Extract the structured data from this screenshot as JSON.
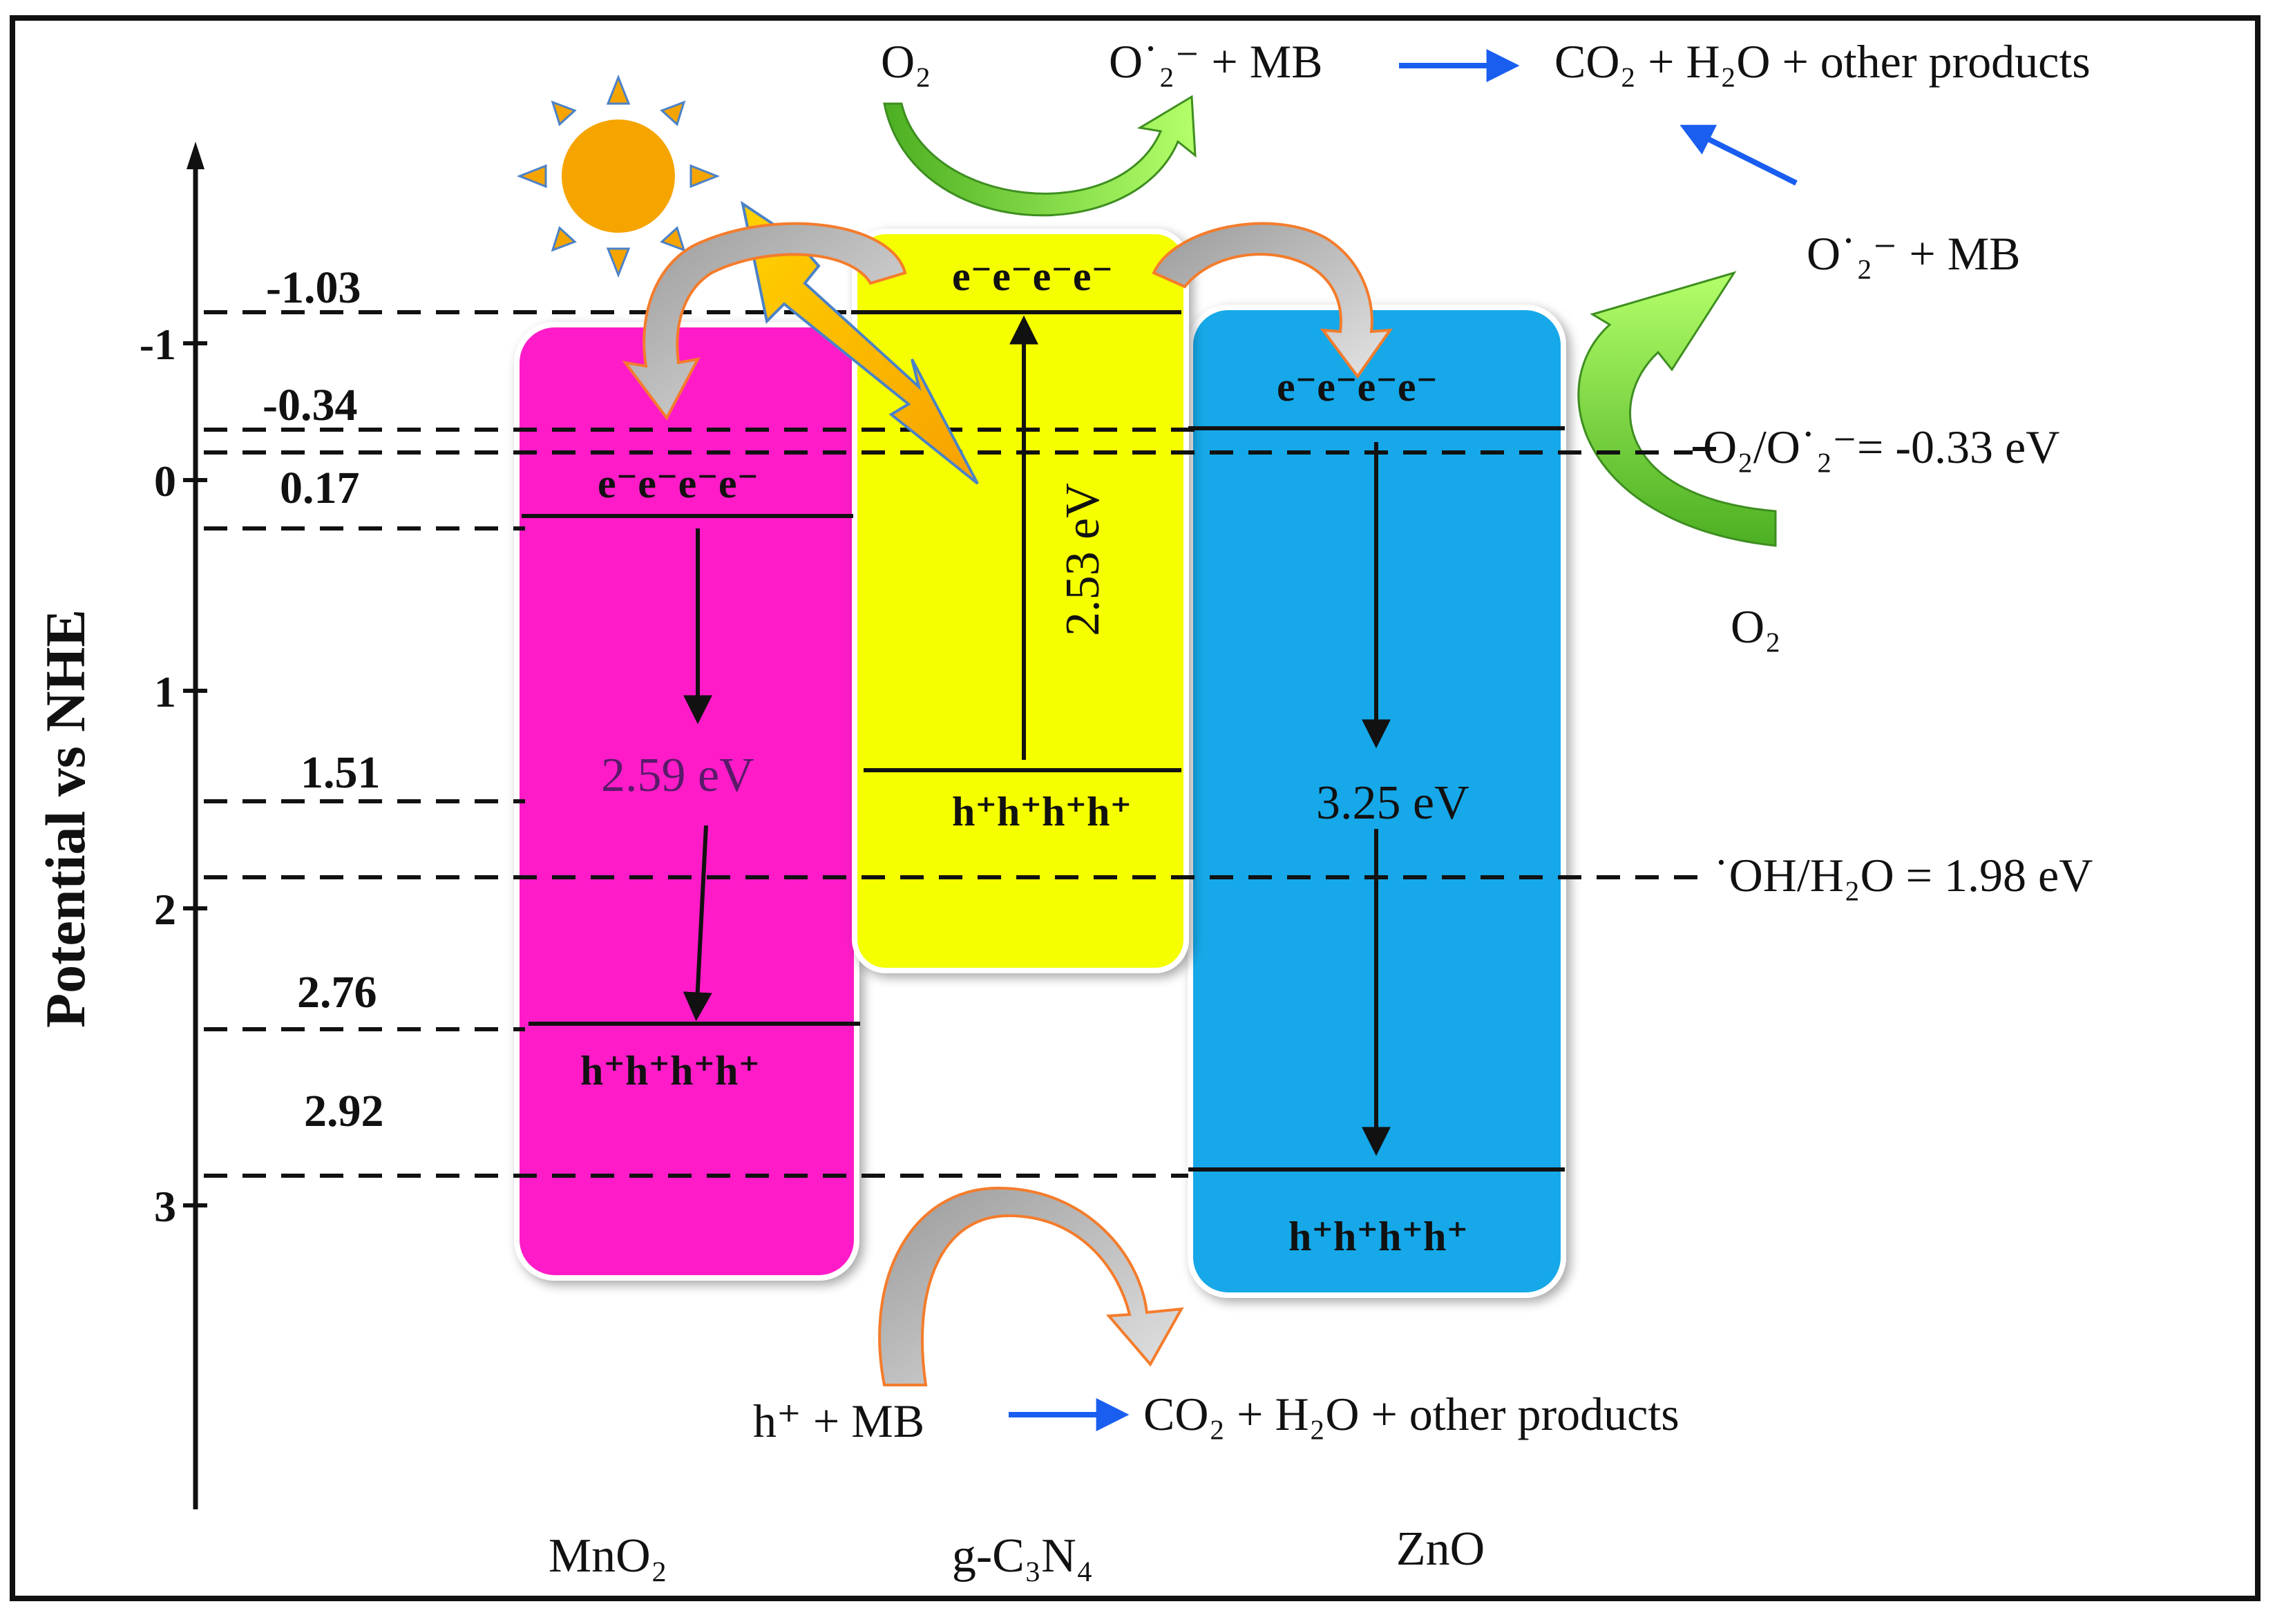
{
  "axis": {
    "title": "Potential vs NHE",
    "ticks": [
      "-1",
      "0",
      "1",
      "2",
      "3"
    ]
  },
  "levels": {
    "mn_cb": "-1.03",
    "g_cb": "-0.34",
    "g_vb": "0.17",
    "mn_vb": "1.51",
    "zn_vb_a": "2.76",
    "zn_vb_b": "2.92"
  },
  "materials": [
    {
      "name": "MnO₂",
      "gap": "2.59 eV",
      "color": "#ff1ec8"
    },
    {
      "name": "g-C₃N₄",
      "gap": "2.53 eV",
      "color": "#f5ff00"
    },
    {
      "name": "ZnO",
      "gap": "3.25 eV",
      "color": "#14a8e8"
    }
  ],
  "carriers": {
    "electrons": "e⁻e⁻e⁻e⁻",
    "holes": "h⁺h⁺h⁺h⁺"
  },
  "references": {
    "superoxide": "O₂/O˙₂⁻= -0.33 eV",
    "hydroxyl": "˙OH/H₂O = 1.98 eV"
  },
  "reactions": {
    "top_o2": "O₂",
    "top_radical": "O˙₂⁻ + MB",
    "top_products": "CO₂ + H₂O + other products",
    "right_radical": "O˙₂⁻  + MB",
    "right_o2": "O₂",
    "bottom_holes": "h⁺ + MB",
    "bottom_products": "CO₂ + H₂O + other products"
  },
  "colors": {
    "arrow_blue": "#1a5ef0",
    "arrow_green": "#7ad630",
    "arrow_orange": "#f47c2c",
    "sun": "#f5a400"
  }
}
